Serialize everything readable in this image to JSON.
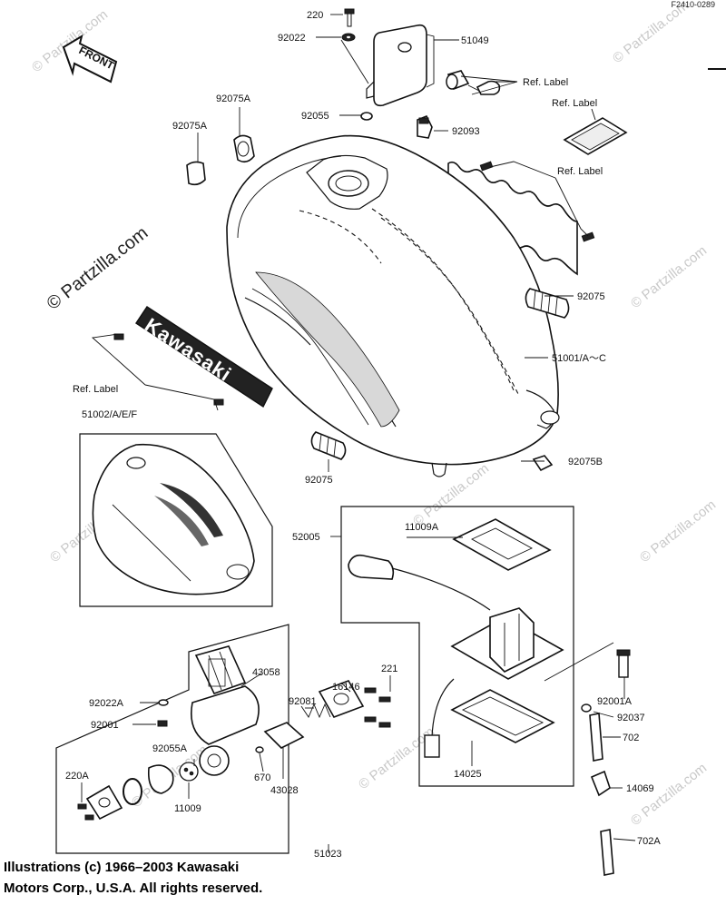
{
  "diagram_code": "F2410-0289",
  "watermark": "© Partzilla.com",
  "front_arrow": "FRONT",
  "brand_lettering": "Kawasaki",
  "copyright_line1": "Illustrations (c) 1966–2003 Kawasaki",
  "copyright_line2": "Motors Corp., U.S.A.  All rights reserved.",
  "labels": {
    "p220": "220",
    "p92022": "92022",
    "p51049": "51049",
    "ref1": "Ref. Label",
    "ref2": "Ref. Label",
    "ref3": "Ref. Label",
    "ref4": "Ref. Label",
    "p92075A_1": "92075A",
    "p92075A_2": "92075A",
    "p92055": "92055",
    "p92093": "92093",
    "p92075_r": "92075",
    "p51001": "51001/A～C",
    "p51002": "51002/A/E/F",
    "p92075_l": "92075",
    "p92075B": "92075B",
    "p52005": "52005",
    "p11009A": "11009A",
    "p43058": "43058",
    "p221": "221",
    "p16146": "16146",
    "p92081": "92081",
    "p92022A": "92022A",
    "p92001": "92001",
    "p92055A": "92055A",
    "p670": "670",
    "p43028": "43028",
    "p220A": "220A",
    "p11009": "11009",
    "p14025": "14025",
    "p92001A": "92001A",
    "p92037": "92037",
    "p702": "702",
    "p14069": "14069",
    "p702A": "702A",
    "p51023": "51023"
  }
}
